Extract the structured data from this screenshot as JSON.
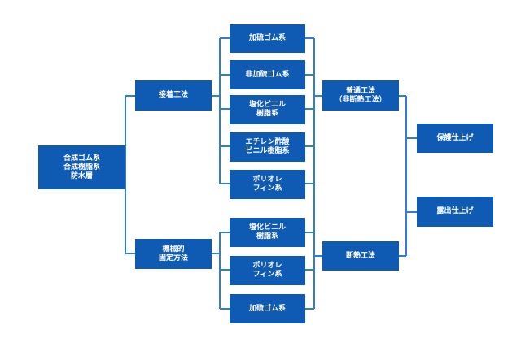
{
  "colors": {
    "box": "#0f5bb3",
    "line": "#2f7fd0",
    "background": "#ffffff"
  },
  "root": {
    "label": "合成ゴム系\n合成樹脂系\n防水層"
  },
  "methods": {
    "adhesive": "接着工法",
    "mechanical": "機械的\n固定方法"
  },
  "materials": {
    "adhesive": [
      "加硫ゴム系",
      "非加硫ゴム系",
      "塩化ビニル\n樹脂系",
      "エチレン酢酸\nビニル樹脂系",
      "ポリオレ\nフィン系"
    ],
    "mechanical": [
      "塩化ビニル\n樹脂系",
      "ポリオレ\nフィン系",
      "加硫ゴム系"
    ]
  },
  "construction": {
    "normal": "普通工法\n（非断熱工法）",
    "insulated": "断熱工法"
  },
  "finishes": {
    "protective": "保護仕上げ",
    "exposed": "露出仕上げ"
  }
}
